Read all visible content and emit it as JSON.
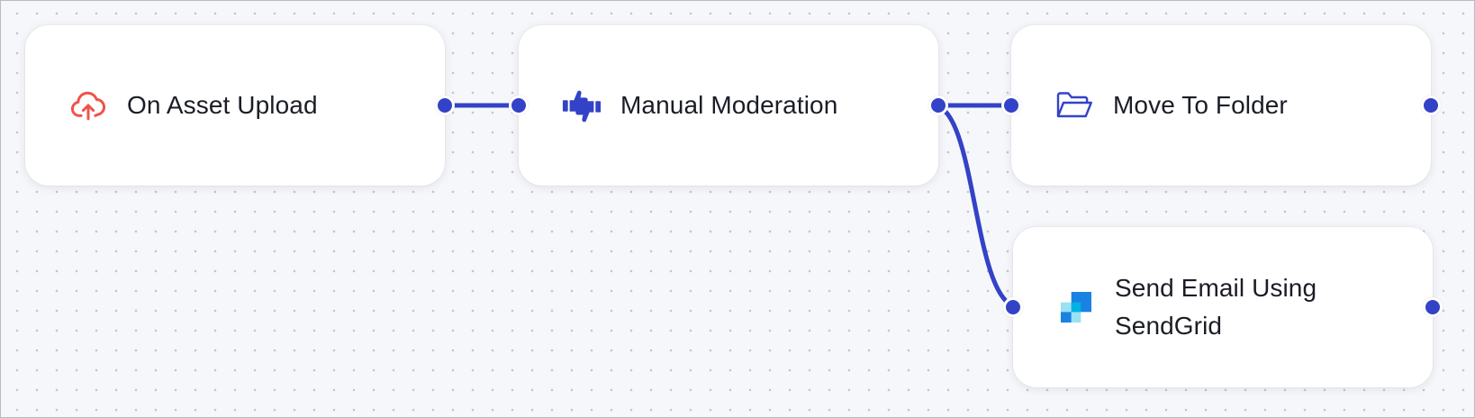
{
  "theme": {
    "accent": "#3342c7",
    "upload_icon_color": "#f0524a",
    "sendgrid_dark": "#1a82e2",
    "sendgrid_light": "#99e1f4"
  },
  "nodes": {
    "asset_upload": {
      "label": "On Asset Upload",
      "icon": "cloud-upload-icon"
    },
    "manual_moderation": {
      "label": "Manual Moderation",
      "icon": "thumbs-up-down-icon"
    },
    "move_to_folder": {
      "label": "Move To Folder",
      "icon": "folder-open-icon"
    },
    "send_email": {
      "label": "Send Email Using SendGrid",
      "icon": "sendgrid-icon"
    }
  },
  "connections": [
    {
      "from": "asset_upload",
      "to": "manual_moderation"
    },
    {
      "from": "manual_moderation",
      "to": "move_to_folder"
    },
    {
      "from": "manual_moderation",
      "to": "send_email"
    }
  ]
}
